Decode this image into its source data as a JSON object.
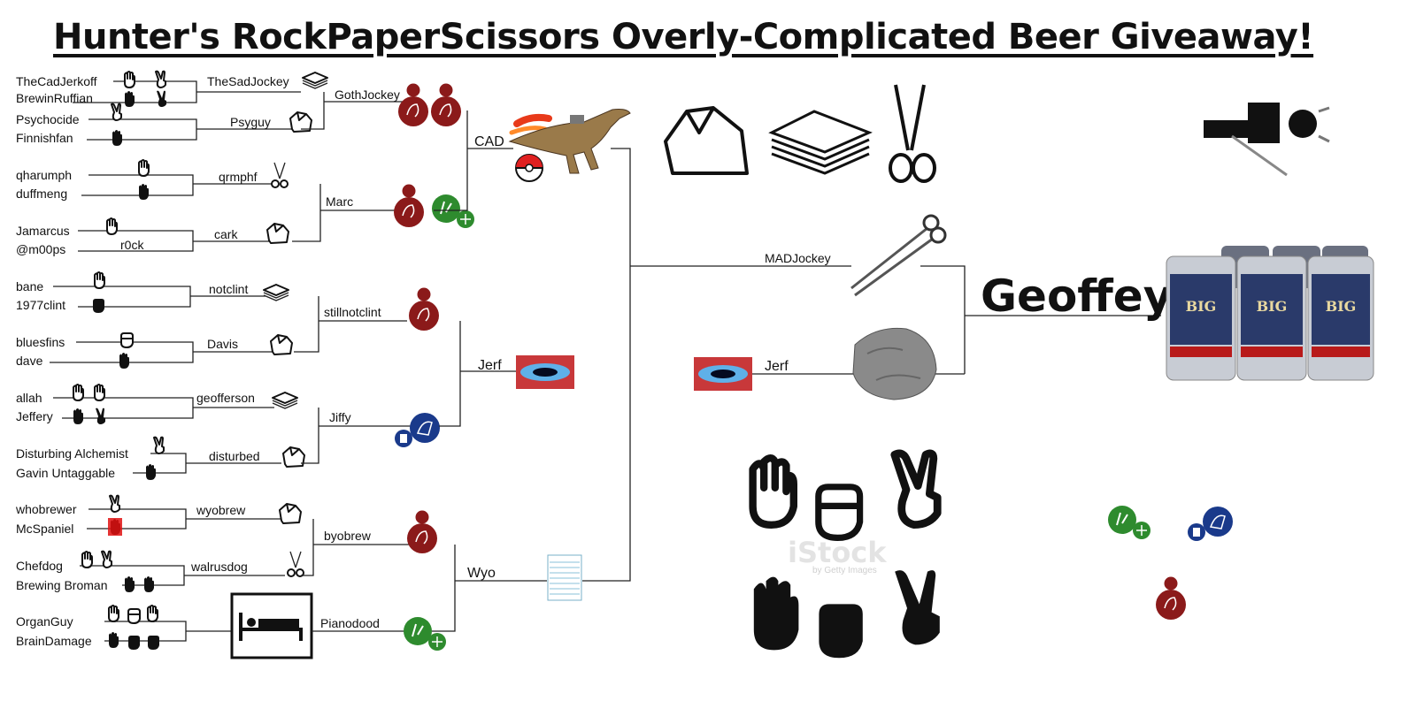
{
  "title": "Hunter's RockPaperScissors Overly-Complicated Beer Giveaway!",
  "round1": [
    {
      "top": "TheCadJerkoff",
      "bottom": "BrewinRuffian",
      "winner": "TheSadJockey"
    },
    {
      "top": "Psychocide",
      "bottom": "Finnishfan",
      "winner": "Psyguy"
    },
    {
      "top": "qharumph",
      "bottom": "duffmeng",
      "winner": "qrmphf"
    },
    {
      "top": "Jamarcus",
      "bottom": "@m00ps",
      "winner": "cark",
      "extra": "r0ck"
    },
    {
      "top": "bane",
      "bottom": "1977clint",
      "winner": "notclint"
    },
    {
      "top": "bluesfins",
      "bottom": "dave",
      "winner": "Davis"
    },
    {
      "top": "allah",
      "bottom": "Jeffery",
      "winner": "geofferson"
    },
    {
      "top": "Disturbing Alchemist",
      "bottom": "Gavin Untaggable",
      "winner": "disturbed"
    },
    {
      "top": "whobrewer",
      "bottom": "McSpaniel",
      "winner": "wyobrew"
    },
    {
      "top": "Chefdog",
      "bottom": "Brewing Broman",
      "winner": "walrusdog"
    },
    {
      "top": "OrganGuy",
      "bottom": "BrainDamage"
    }
  ],
  "round3": [
    "GothJockey",
    "Marc",
    "stillnotclint",
    "Jiffy",
    "byobrew",
    "Pianodood"
  ],
  "round4": [
    "CAD",
    "Jerf",
    "Wyo"
  ],
  "semis": [
    "MADJockey",
    "Jerf"
  ],
  "champion": "Geoffey",
  "watermark": {
    "main": "iStock",
    "sub": "by Getty Images"
  },
  "colors": {
    "red": "#8b1a1a",
    "green": "#2e8b2e",
    "blue": "#1a3a8b",
    "line": "#222222"
  },
  "icons": [
    "rock-icon",
    "paper-icon",
    "scissors-icon",
    "hand-icon",
    "fist-icon",
    "peace-icon",
    "bed-icon",
    "black-hole-icon",
    "raptor-icon",
    "pokeball-icon",
    "boulder-icon",
    "beer-six-pack-icon",
    "stick-figure-icon"
  ]
}
